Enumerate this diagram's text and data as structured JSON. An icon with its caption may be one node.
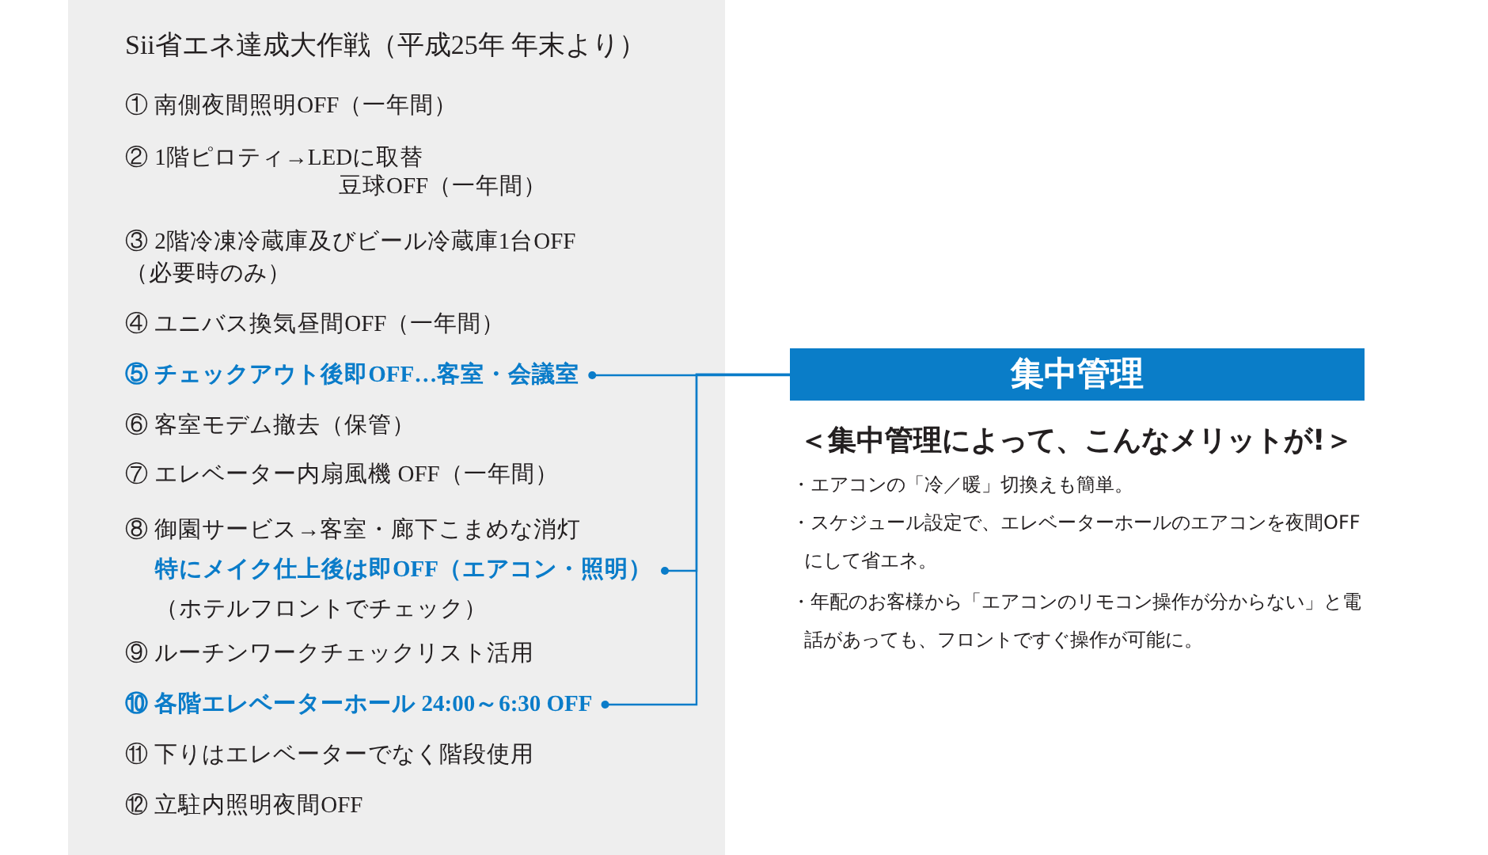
{
  "diagram": {
    "nodes": [
      {
        "text": [
          "Sii省エネ達成大作戦（平成25年 年末より）"
        ]
      },
      {
        "text": [
          "① 南側夜間照明OFF（一年間）"
        ],
        "in": 0
      },
      {
        "text": [
          "② 1階ピロティ→LEDに取替",
          "豆球OFF（一年間）"
        ],
        "in": 0
      },
      {
        "text": [
          "③ 2階冷凍冷蔵庫及びビール冷蔵庫1台OFF（必要時のみ）"
        ],
        "in": 0
      },
      {
        "text": [
          "④ ユニバス換気昼間OFF（一年間）"
        ],
        "in": 0
      },
      {
        "text": [
          "⑤ チェックアウト後即OFF…客室・会議室"
        ],
        "in": 0
      },
      {
        "text": [
          "⑥ 客室モデム撤去（保管）"
        ],
        "in": 0
      },
      {
        "text": [
          "⑦ エレベーター内扇風機 OFF（一年間）"
        ],
        "in": 0
      },
      {
        "text": [
          "⑧ 御園サービス→客室・廊下こまめな消灯",
          "特にメイク仕上後は即OFF（エアコン・照明）",
          "（ホテルフロントでチェック）"
        ],
        "in": 0
      },
      {
        "text": [
          "⑨ ルーチンワークチェックリスト活用"
        ],
        "in": 0
      },
      {
        "text": [
          "⑩ 各階エレベーターホール  24:00～6:30  OFF"
        ],
        "in": 0
      },
      {
        "text": [
          "⑪ 下りはエレベーターでなく階段使用"
        ],
        "in": 0
      },
      {
        "text": [
          "⑫ 立駐内照明夜間OFF"
        ],
        "in": 0
      },
      {
        "text": [
          "集中管理"
        ]
      }
    ],
    "edges": [
      {
        "from": 5,
        "to": 13,
        "arrow": "other"
      },
      {
        "from": 8,
        "to": 13,
        "arrow": "other"
      },
      {
        "from": 10,
        "to": 13,
        "arrow": "other"
      }
    ],
    "labels": [
      "＜集中管理によって、こんなメリットが!＞",
      "・エアコンの「冷／暖」切換えも簡単。",
      "・スケジュール設定で、エレベーターホールのエアコンを夜間OFFにして省エネ。",
      "・年配のお客様から「エアコンのリモコン操作が分からない」と電話があっても、フロントですぐ操作が可能に。"
    ]
  }
}
